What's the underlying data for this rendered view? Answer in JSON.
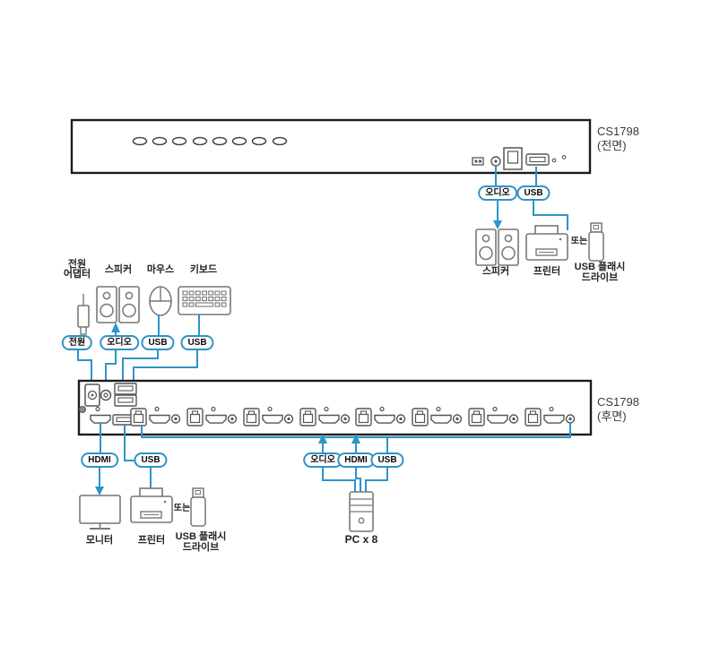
{
  "colors": {
    "accent_blue": "#2E94C8",
    "panel_outline": "#1c1c1c",
    "device_outline": "#777777"
  },
  "front_section": {
    "model": "CS1798",
    "side_label": "(전면)",
    "badges": {
      "audio": "오디오",
      "usb": "USB"
    },
    "peripherals": {
      "speaker": "스피커",
      "printer": "프린터",
      "or": "또는",
      "flash_line1": "USB 플래시",
      "flash_line2": "드라이브"
    }
  },
  "console_section": {
    "labels": {
      "power_adapter_line1": "전원",
      "power_adapter_line2": "어댑터",
      "speaker": "스피커",
      "mouse": "마우스",
      "keyboard": "키보드"
    },
    "badges": {
      "power": "전원",
      "audio": "오디오",
      "usb_mouse": "USB",
      "usb_keyboard": "USB"
    }
  },
  "rear_section": {
    "model": "CS1798",
    "side_label": "(후면)",
    "badges": {
      "hdmi": "HDMI",
      "usb": "USB"
    },
    "peripherals": {
      "monitor": "모니터",
      "printer": "프린터",
      "or": "또는",
      "flash_line1": "USB 플래시",
      "flash_line2": "드라이브"
    }
  },
  "pc_section": {
    "badges": {
      "audio": "오디오",
      "hdmi": "HDMI",
      "usb": "USB"
    },
    "label": "PC x 8"
  }
}
